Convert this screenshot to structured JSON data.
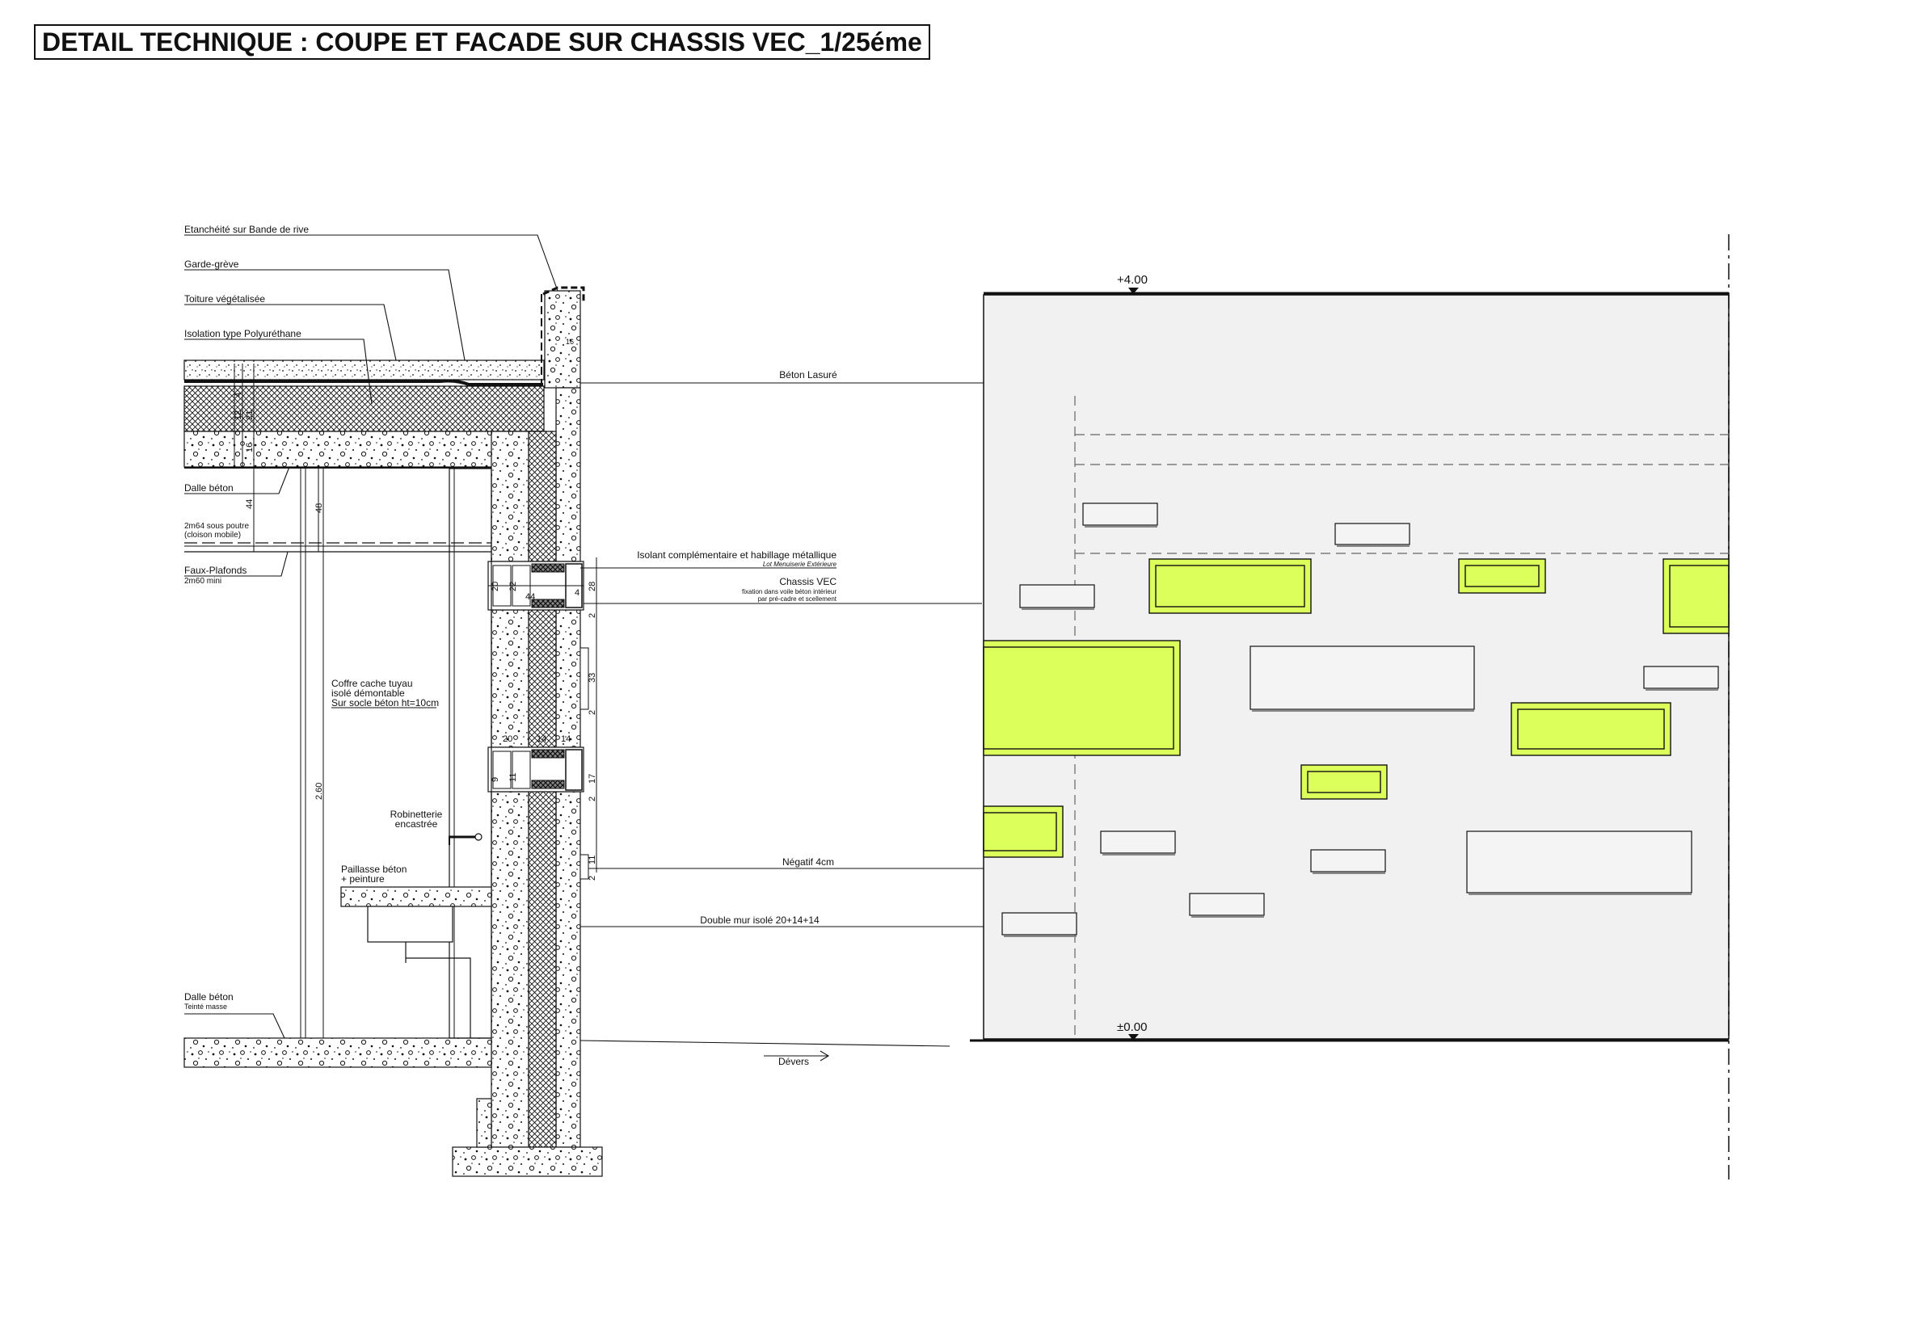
{
  "title": "DETAIL TECHNIQUE : COUPE ET FACADE SUR CHASSIS VEC_1/25éme",
  "labels": {
    "etancheite": "Etanchéité sur Bande de rive",
    "garde_greve": "Garde-grève",
    "toiture": "Toiture végétalisée",
    "isolation": "Isolation type Polyuréthane",
    "dalle_beton_top": "Dalle béton",
    "sous_poutre": "2m64 sous poutre",
    "cloison": "(cloison mobile)",
    "faux_plafonds": "Faux-Plafonds",
    "faux_plafonds_sub": "2m60 mini",
    "coffre_1": "Coffre cache tuyau",
    "coffre_2": "isolé démontable",
    "coffre_3": "Sur socle béton ht=10cm",
    "robinetterie_1": "Robinetterie",
    "robinetterie_2": "encastrée",
    "paillasse_1": "Paillasse béton",
    "paillasse_2": "+ peinture",
    "dalle_beton_bottom": "Dalle béton",
    "teinte_masse": "Teinté masse",
    "beton_lasure": "Béton Lasuré",
    "isolant": "Isolant complémentaire et habillage métallique",
    "lot_menuiserie": "Lot Menuiserie Extérieure",
    "chassis": "Chassis VEC",
    "fixation_1": "fixation dans voile béton intérieur",
    "fixation_2": "par pré-cadre et scellement",
    "negatif": "Négatif 4cm",
    "double_mur": "Double mur isolé 20+14+14",
    "devers": "Dévers"
  },
  "levels": {
    "top": "+4.00",
    "bottom": "±0.00"
  },
  "dimensions": {
    "d4": "4",
    "d12": "12",
    "d21": "21",
    "d16": "16",
    "d44v": "44",
    "d48": "48",
    "d260": "2.60",
    "d28": "28",
    "d20v": "20",
    "d22": "22",
    "d4b": "4",
    "d44h": "44",
    "d2a": "2",
    "d33": "33",
    "d2b": "2",
    "d20h": "20",
    "d14a": "14",
    "d14b": "14",
    "d9": "9",
    "d11a": "11",
    "d17": "17",
    "d2c": "2",
    "d11b": "11",
    "d2d": "2",
    "d16top": "16"
  },
  "colors": {
    "glazing": "#dcff5c",
    "facade": "#f1f1f1",
    "ink": "#111111"
  }
}
